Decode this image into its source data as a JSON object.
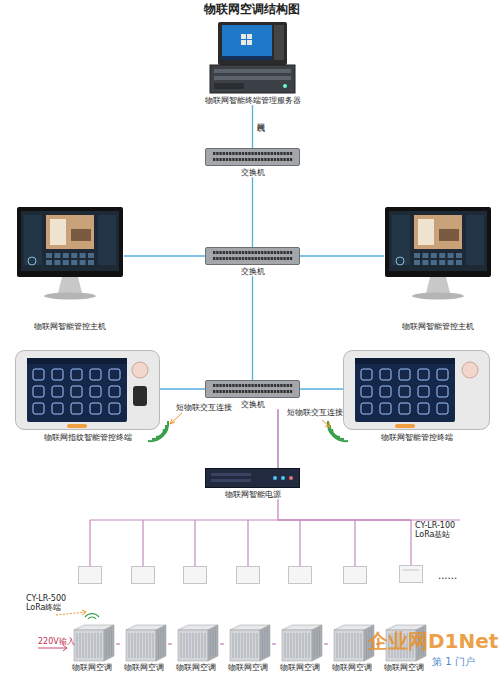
{
  "diagram": {
    "title": "物联网空调结构图",
    "nodes": [
      {
        "text": [
          "物联网智能终端管理服务器"
        ]
      },
      {
        "text": [
          "交换机"
        ]
      },
      {
        "text": [
          "物联网智能管控主机"
        ]
      },
      {
        "text": [
          "交换机"
        ]
      },
      {
        "text": [
          "物联网智能管控主机"
        ]
      },
      {
        "text": [
          "物联网指纹智能管控终端"
        ]
      },
      {
        "text": [
          "交换机"
        ]
      },
      {
        "text": [
          "物联网智能管控终端"
        ]
      },
      {
        "text": [
          "物联网智能电源"
        ]
      },
      {
        "text": [
          "CY-LR-100 LoRa基站"
        ]
      },
      {
        "text": [
          "物联网空调"
        ]
      },
      {
        "text": [
          "物联网空调"
        ]
      },
      {
        "text": [
          "物联网空调"
        ]
      },
      {
        "text": [
          "物联网空调"
        ]
      },
      {
        "text": [
          "物联网空调"
        ]
      },
      {
        "text": [
          "物联网空调"
        ]
      },
      {
        "text": [
          "物联网空调"
        ]
      }
    ],
    "edges": [
      {
        "from": 0,
        "to": 1,
        "label": "网线",
        "arrow": "none"
      },
      {
        "from": 1,
        "to": 3,
        "arrow": "none"
      },
      {
        "from": 3,
        "to": 2,
        "arrow": "none"
      },
      {
        "from": 3,
        "to": 4,
        "arrow": "none"
      },
      {
        "from": 3,
        "to": 6,
        "arrow": "none"
      },
      {
        "from": 6,
        "to": 5,
        "arrow": "none"
      },
      {
        "from": 6,
        "to": 7,
        "arrow": "none"
      },
      {
        "from": 6,
        "to": 8,
        "arrow": "none"
      },
      {
        "from": 8,
        "to": 9,
        "arrow": "none"
      },
      {
        "from": 10,
        "to": 11,
        "arrow": "none"
      },
      {
        "from": 11,
        "to": 12,
        "arrow": "none"
      },
      {
        "from": 12,
        "to": 13,
        "arrow": "none"
      },
      {
        "from": 13,
        "to": 14,
        "arrow": "none"
      },
      {
        "from": 14,
        "to": 15,
        "arrow": "none"
      },
      {
        "from": 15,
        "to": 16,
        "arrow": "none"
      }
    ],
    "labels": [
      "220V输入",
      "CY-LR-500 LoRa终端",
      "短物联交互连接",
      "短物联交互连接",
      "......",
      "企业网D1Net",
      "第 1 门户"
    ]
  }
}
